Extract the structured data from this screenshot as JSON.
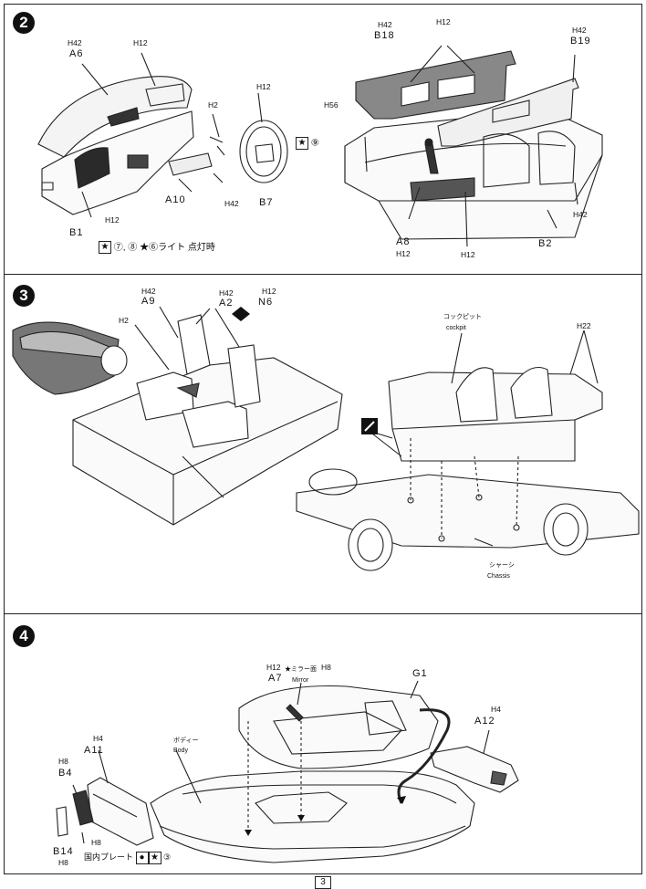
{
  "page_number": "3",
  "steps": [
    {
      "number": "2",
      "labels": {
        "a6_h": "H42",
        "a6": "A6",
        "h12_dash": "H12",
        "h2": "H2",
        "h12_wheel": "H12",
        "star9": "⑨",
        "b18_h": "H42",
        "b18": "B18",
        "h12_top": "H12",
        "b19_h": "H42",
        "b19": "B19",
        "h56": "H56",
        "h42_right": "H42",
        "a10": "A10",
        "h42_a10": "H42",
        "b7": "B7",
        "h12_b1": "H12",
        "b1": "B1",
        "note": "⑦, ⑧ ★⑥ライト 点灯時",
        "a8": "A8",
        "a8_h": "H12",
        "h12_floor": "H12",
        "b2": "B2"
      }
    },
    {
      "number": "3",
      "labels": {
        "a9_h": "H42",
        "a9": "A9",
        "a2_h": "H42",
        "a2": "A2",
        "n6_h": "H12",
        "n6": "N6",
        "h2": "H2",
        "cockpit_jp": "コックピット",
        "cockpit": "cockpit",
        "h22": "H22",
        "chassis_jp": "シャーシ",
        "chassis": "Chassis"
      }
    },
    {
      "number": "4",
      "labels": {
        "a7_h": "H12",
        "mirror_jp": "★ミラー面",
        "mirror_h": "H8",
        "a7": "A7",
        "mirror": "Mirror",
        "g1": "G1",
        "a12_h": "H4",
        "a12": "A12",
        "body_jp": "ボディー",
        "body": "Body",
        "a11_h": "H4",
        "a11": "A11",
        "b4_h": "H8",
        "b4": "B4",
        "h8_low": "H8",
        "b14": "B14",
        "b14_h": "H8",
        "plate_jp": "国内プレート",
        "star3": "③"
      }
    }
  ]
}
